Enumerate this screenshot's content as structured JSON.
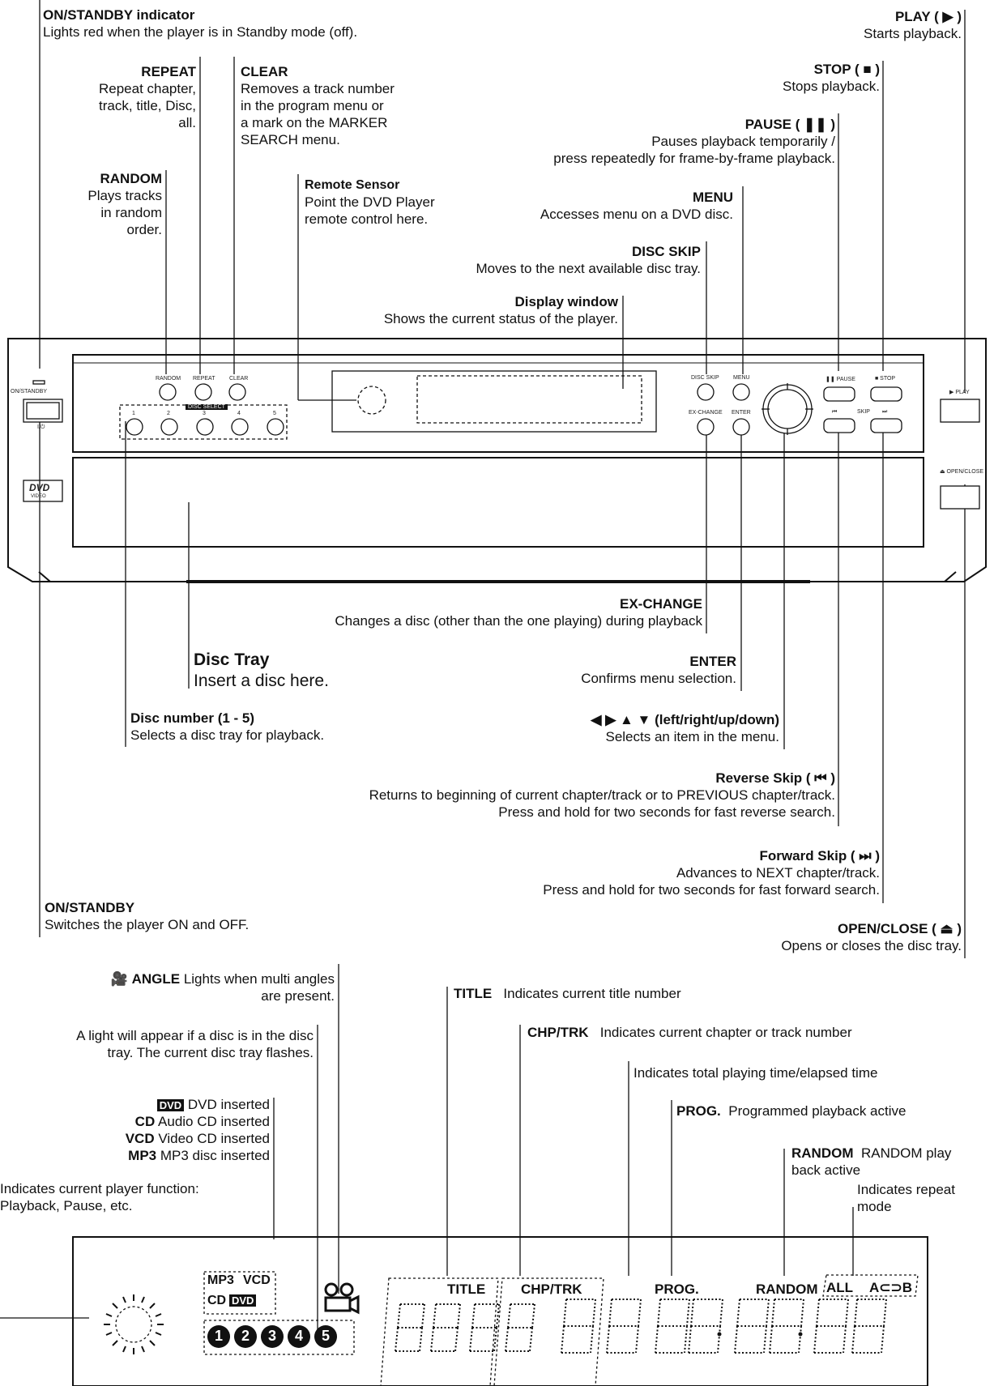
{
  "annotations": {
    "on_standby_indicator": {
      "title": "ON/STANDBY indicator",
      "text": "Lights red when the player is in Standby mode (off)."
    },
    "repeat": {
      "title": "REPEAT",
      "lines": [
        "Repeat chapter,",
        "track, title, Disc,",
        "all."
      ]
    },
    "clear": {
      "title": "CLEAR",
      "lines": [
        "Removes a track number",
        "in the program menu or",
        "a mark on the MARKER",
        "SEARCH menu."
      ]
    },
    "random": {
      "title": "RANDOM",
      "lines": [
        "Plays tracks",
        "in random",
        "order."
      ]
    },
    "remote_sensor": {
      "title": "Remote Sensor",
      "lines": [
        "Point the DVD Player",
        "remote control here."
      ]
    },
    "play": {
      "title": "PLAY ( ▶ )",
      "text": "Starts playback."
    },
    "stop": {
      "title": "STOP ( ■ )",
      "text": "Stops playback."
    },
    "pause": {
      "title": "PAUSE ( ❚❚ )",
      "lines": [
        "Pauses playback temporarily /",
        "press repeatedly for frame-by-frame playback."
      ]
    },
    "menu": {
      "title": "MENU",
      "text": "Accesses menu on a DVD disc."
    },
    "disc_skip": {
      "title": "DISC SKIP",
      "text": "Moves to the next available disc tray."
    },
    "display_window": {
      "title": "Display window",
      "text": "Shows the current status of the player."
    },
    "ex_change": {
      "title": "EX-CHANGE",
      "text": "Changes a disc (other than the one playing) during playback"
    },
    "disc_tray": {
      "title": "Disc Tray",
      "text": "Insert a disc here."
    },
    "enter": {
      "title": "ENTER",
      "text": "Confirms menu selection."
    },
    "disc_number": {
      "title": "Disc number (1 - 5)",
      "text": "Selects a disc tray for playback."
    },
    "arrows": {
      "title": "◀ ▶ ▲ ▼ (left/right/up/down)",
      "text": "Selects an item in the menu."
    },
    "reverse_skip": {
      "title": "Reverse Skip ( ⏮ )",
      "lines": [
        "Returns to beginning of current chapter/track or to PREVIOUS chapter/track.",
        "Press and hold for two seconds for fast reverse search."
      ]
    },
    "forward_skip": {
      "title": "Forward Skip ( ⏭ )",
      "lines": [
        "Advances to NEXT chapter/track.",
        "Press and hold for two seconds for fast forward search."
      ]
    },
    "on_standby": {
      "title": "ON/STANDBY",
      "text": "Switches the player ON and OFF."
    },
    "open_close": {
      "title": "OPEN/CLOSE ( ⏏ )",
      "text": "Opens or closes the disc tray."
    }
  },
  "display_annotations": {
    "angle": {
      "title": "ANGLE",
      "text1": "Lights when multi angles",
      "text2": "are present."
    },
    "disc_light": {
      "lines": [
        "A light will appear if a disc is in the disc",
        "tray. The current disc tray flashes."
      ]
    },
    "disc_types": [
      {
        "badge": "DVD",
        "text": "DVD inserted"
      },
      {
        "label": "CD",
        "text": "Audio CD inserted"
      },
      {
        "label": "VCD",
        "text": "Video CD inserted"
      },
      {
        "label": "MP3",
        "text": "MP3 disc inserted"
      }
    ],
    "player_function": {
      "lines": [
        "Indicates current player function:",
        "Playback, Pause, etc."
      ]
    },
    "title": {
      "label": "TITLE",
      "text": "Indicates current title number"
    },
    "chp_trk": {
      "label": "CHP/TRK",
      "text": "Indicates current chapter or track number"
    },
    "time": {
      "text": "Indicates total playing time/elapsed time"
    },
    "prog": {
      "label": "PROG.",
      "text": "Programmed playback active"
    },
    "random": {
      "label": "RANDOM",
      "text1": "RANDOM play",
      "text2": "back active"
    },
    "repeat": {
      "lines": [
        "Indicates repeat",
        "mode"
      ]
    }
  },
  "panel": {
    "on_standby": "ON/STANDBY",
    "power_mark": "I/⏻",
    "random": "RANDOM",
    "repeat": "REPEAT",
    "clear": "CLEAR",
    "disc_select": "DISC SELECT",
    "discs": [
      "1",
      "2",
      "3",
      "4",
      "5"
    ],
    "disc_skip": "DISC SKIP",
    "menu": "MENU",
    "ex_change": "EX-CHANGE",
    "enter": "ENTER",
    "pause": "❚❚ PAUSE",
    "stop": "■ STOP",
    "skip_rev": "⏮",
    "skip": "SKIP",
    "skip_fwd": "⏭",
    "play": "▶ PLAY",
    "open_close": "⏏ OPEN/CLOSE",
    "dvd_logo": "DVD",
    "dvd_logo_sub": "VIDEO"
  },
  "display": {
    "mp3": "MP3",
    "vcd": "VCD",
    "cd": "CD",
    "dvd": "DVD",
    "title": "TITLE",
    "chp_trk": "CHP/TRK",
    "prog": "PROG.",
    "random": "RANDOM",
    "all": "ALL",
    "ab": "A⊂⊃B",
    "disc_nums": [
      "1",
      "2",
      "3",
      "4",
      "5"
    ]
  }
}
